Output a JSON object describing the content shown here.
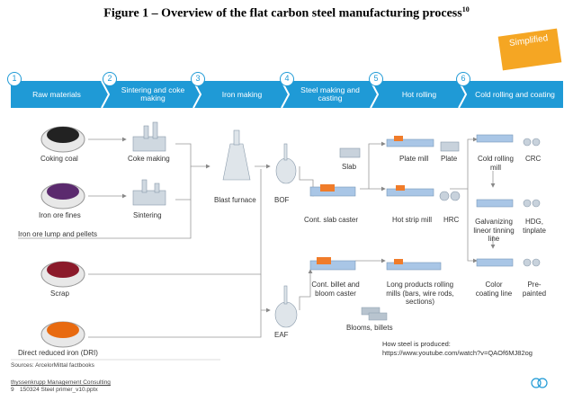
{
  "title": "Figure 1 – Overview of the flat carbon steel manufacturing process",
  "title_sup": "10",
  "stamp": "Simplified",
  "stages": [
    {
      "num": "1",
      "label": "Raw materials"
    },
    {
      "num": "2",
      "label": "Sintering and coke making"
    },
    {
      "num": "3",
      "label": "Iron making"
    },
    {
      "num": "4",
      "label": "Steel making and casting"
    },
    {
      "num": "5",
      "label": "Hot rolling"
    },
    {
      "num": "6",
      "label": "Cold rolling and coating"
    }
  ],
  "raw": {
    "coking_coal": "Coking coal",
    "iron_ore_fines": "Iron ore fines",
    "iron_ore_lump": "Iron ore lump and pellets",
    "scrap": "Scrap",
    "dri": "Direct reduced iron (DRI)"
  },
  "sinter": {
    "coke_making": "Coke making",
    "sintering": "Sintering"
  },
  "iron": {
    "blast_furnace": "Blast furnace"
  },
  "steel": {
    "bof": "BOF",
    "eaf": "EAF",
    "slab": "Slab",
    "cont_slab_caster": "Cont. slab caster",
    "cont_billet": "Cont. billet and bloom caster",
    "blooms": "Blooms, billets"
  },
  "hot": {
    "plate_mill": "Plate mill",
    "plate": "Plate",
    "hot_strip_mill": "Hot strip mill",
    "hrc": "HRC",
    "long_products": "Long products rolling mills (bars, wire rods, sections)"
  },
  "cold": {
    "cold_rolling_mill": "Cold rolling mill",
    "crc": "CRC",
    "galvanizing": "Galvanizing lineor tinning line",
    "hdg": "HDG, tinplate",
    "color_coating": "Color coating line",
    "prepainted": "Pre-painted"
  },
  "how_steel": "How steel is produced:",
  "url": "https://www.youtube.com/watch?v=QAOf6MJ82og",
  "footer": {
    "sources": "Sources: ArcelorMittal factbooks",
    "company": "thyssenkrupp Management Consulting",
    "page": "9",
    "file": "150324 Steel primer_v10.pptx"
  },
  "colors": {
    "band": "#1f9ad6",
    "stamp": "#f5a623",
    "coal": "#222222",
    "ore": "#5b2a6e",
    "scrap": "#8b1a2a",
    "dri": "#e86a10"
  }
}
